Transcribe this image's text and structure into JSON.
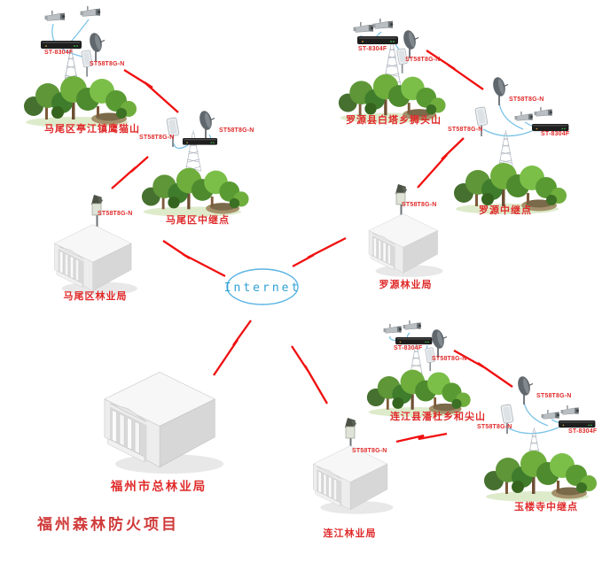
{
  "project_title": "福州森林防火项目",
  "internet": {
    "label": "Internet"
  },
  "device_models": {
    "switch": "ST-8304F",
    "antenna": "ST58T8G-N"
  },
  "sites": {
    "mawei_mountain": {
      "label": "马尾区亭江镇鹰猫山"
    },
    "mawei_relay": {
      "label": "马尾区中继点"
    },
    "mawei_bureau": {
      "label": "马尾区林业局"
    },
    "luoyuan_mountain": {
      "label": "罗源县白塔乡狮头山"
    },
    "luoyuan_relay": {
      "label": "罗源中继点"
    },
    "luoyuan_bureau": {
      "label": "罗源林业局"
    },
    "fuzhou_hq": {
      "label": "福州市总林业局"
    },
    "lianjiang_mountain": {
      "label": "连江县潘杜乡和尖山"
    },
    "lianjiang_bureau": {
      "label": "连江林业局"
    },
    "yulousi_relay": {
      "label": "玉楼寺中继点"
    }
  },
  "colors": {
    "label_red": "#e02a2a",
    "title_red": "#d03a3a",
    "bolt_red": "#f01010",
    "cable_blue": "#7cc4e8",
    "internet_blue": "#5ab4e4",
    "internet_text": "#2e9fd6"
  }
}
